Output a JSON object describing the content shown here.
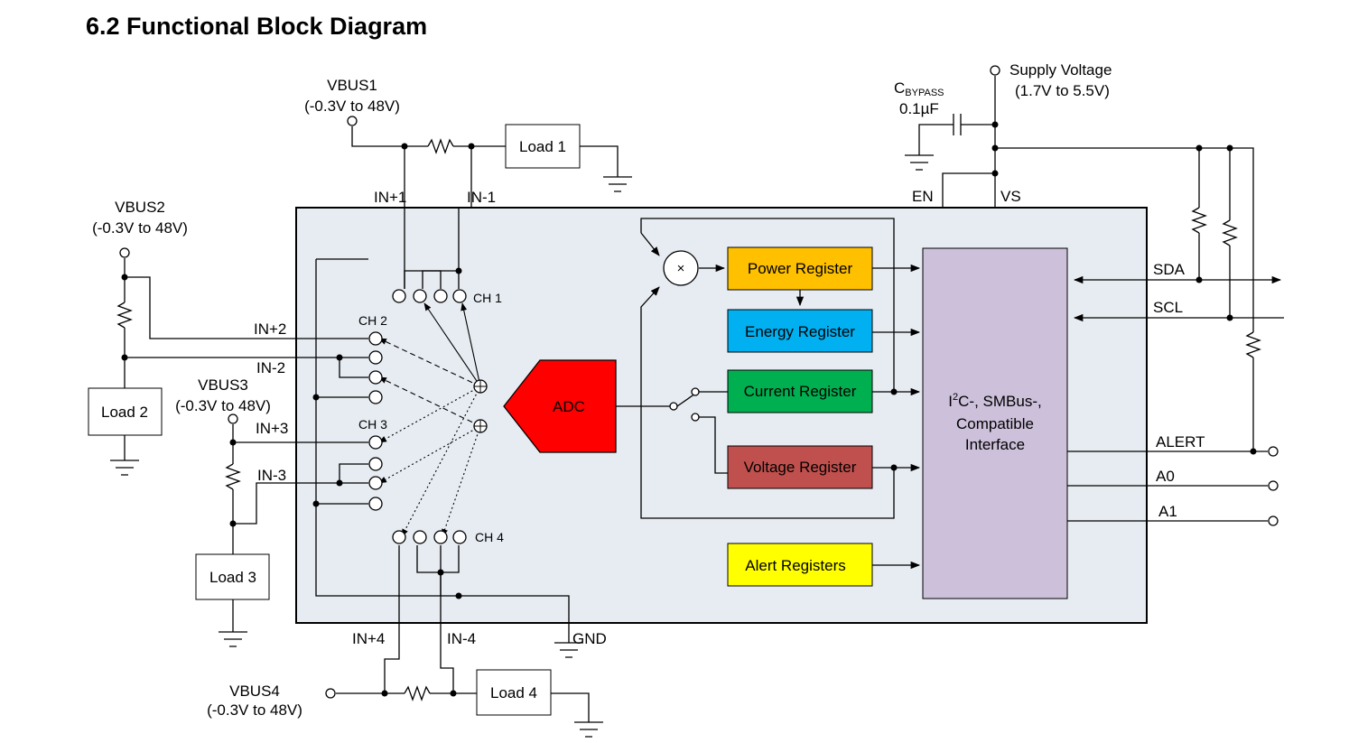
{
  "title": "6.2 Functional Block Diagram",
  "vbus": [
    {
      "name": "VBUS1",
      "range": "(-0.3V to 48V)"
    },
    {
      "name": "VBUS2",
      "range": "(-0.3V to 48V)"
    },
    {
      "name": "VBUS3",
      "range": "(-0.3V to 48V)"
    },
    {
      "name": "VBUS4",
      "range": "(-0.3V to 48V)"
    }
  ],
  "loads": [
    "Load 1",
    "Load 2",
    "Load 3",
    "Load 4"
  ],
  "pins": {
    "in_plus_1": "IN+1",
    "in_minus_1": "IN-1",
    "in_plus_2": "IN+2",
    "in_minus_2": "IN-2",
    "in_plus_3": "IN+3",
    "in_minus_3": "IN-3",
    "in_plus_4": "IN+4",
    "in_minus_4": "IN-4",
    "en": "EN",
    "vs": "VS",
    "gnd": "GND",
    "sda": "SDA",
    "scl": "SCL",
    "alert": "ALERT",
    "a0": "A0",
    "a1": "A1"
  },
  "channels": [
    "CH 1",
    "CH 2",
    "CH 3",
    "CH 4"
  ],
  "supply": {
    "label": "Supply Voltage",
    "range": "(1.7V to 5.5V)"
  },
  "bypass": {
    "c": "C",
    "subscript": "BYPASS",
    "value": "0.1µF"
  },
  "adc": "ADC",
  "multiplier_symbol": "×",
  "registers": {
    "power": "Power Register",
    "energy": "Energy Register",
    "current": "Current Register",
    "voltage": "Voltage Register",
    "alert": "Alert Registers"
  },
  "interface": {
    "prefix": "I",
    "superscript": "2",
    "line1": "C-, SMBus-,",
    "line2": "Compatible",
    "line3": "Interface"
  },
  "colors": {
    "chip_fill": "#e6ecf2",
    "power": "#ffc000",
    "energy": "#00b0f0",
    "current": "#00b050",
    "voltage": "#c0504d",
    "alert": "#ffff00",
    "adc": "#ff0000",
    "interface": "#ccc0da"
  }
}
